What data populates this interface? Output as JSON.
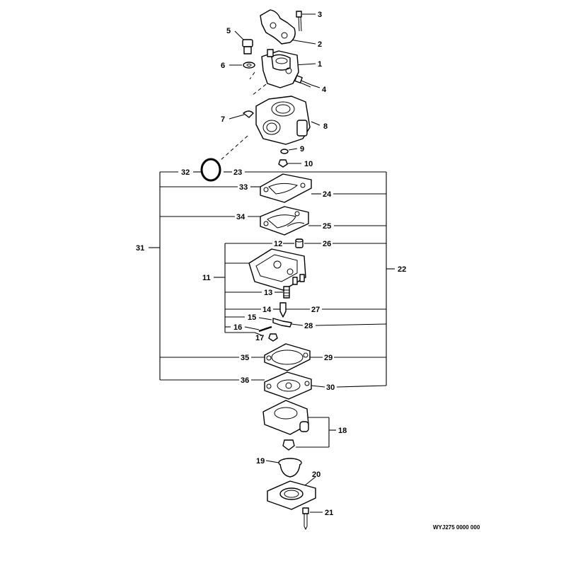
{
  "diagram": {
    "part_labels": [
      "1",
      "2",
      "3",
      "4",
      "5",
      "6",
      "7",
      "8",
      "9",
      "10",
      "11",
      "12",
      "13",
      "14",
      "15",
      "16",
      "17",
      "18",
      "19",
      "20",
      "21",
      "22",
      "23",
      "24",
      "25",
      "26",
      "27",
      "28",
      "29",
      "30",
      "31",
      "32",
      "33",
      "34",
      "35",
      "36"
    ],
    "drawing_code": "WYJ275 0000 000"
  }
}
